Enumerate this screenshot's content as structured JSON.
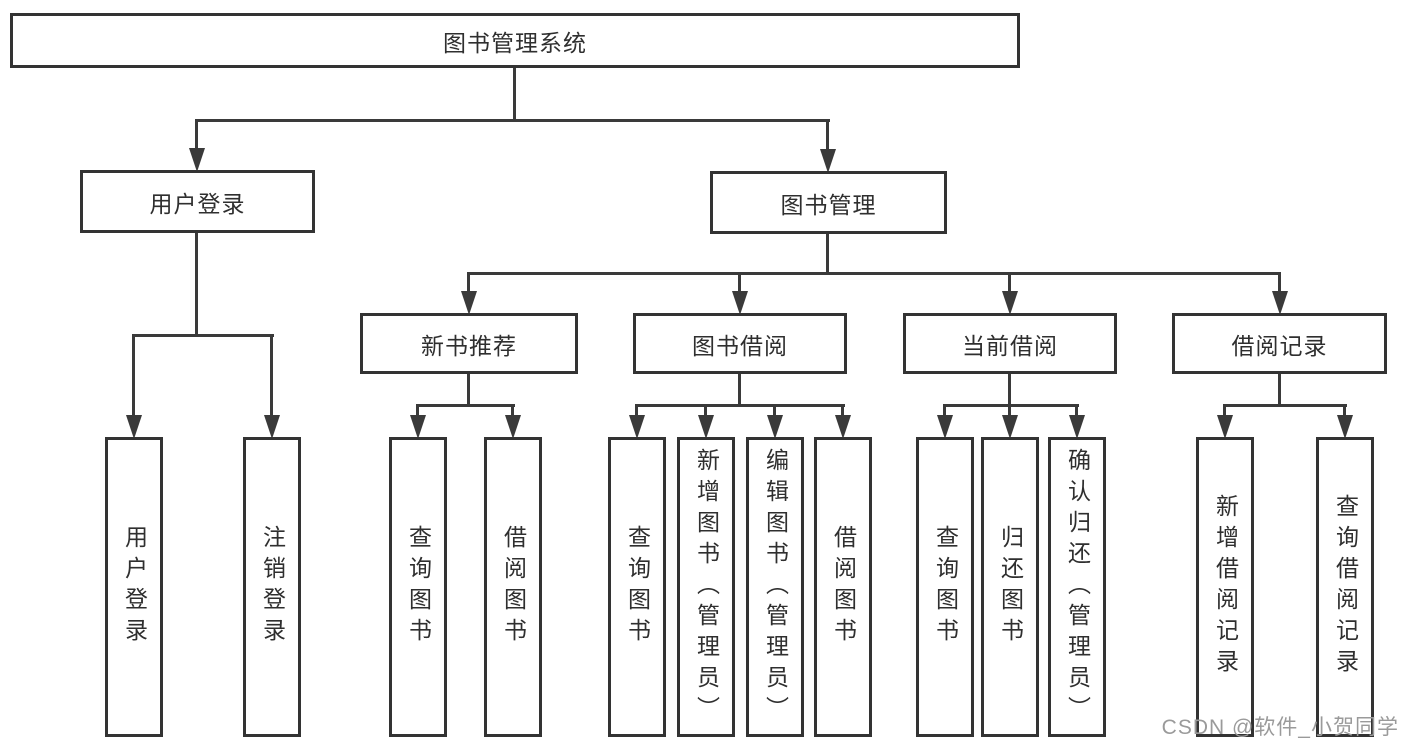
{
  "diagram": {
    "root": {
      "label": "图书管理系统"
    },
    "level2": [
      {
        "label": "用户登录"
      },
      {
        "label": "图书管理"
      }
    ],
    "level3": [
      {
        "label": "新书推荐"
      },
      {
        "label": "图书借阅"
      },
      {
        "label": "当前借阅"
      },
      {
        "label": "借阅记录"
      }
    ],
    "leaves": {
      "user": [
        {
          "label": "用户登录"
        },
        {
          "label": "注销登录"
        }
      ],
      "recommend": [
        {
          "label": "查询图书"
        },
        {
          "label": "借阅图书"
        }
      ],
      "borrow": [
        {
          "label": "查询图书"
        },
        {
          "label": "新增图书（管理员）"
        },
        {
          "label": "编辑图书（管理员）"
        },
        {
          "label": "借阅图书"
        }
      ],
      "current": [
        {
          "label": "查询图书"
        },
        {
          "label": "归还图书"
        },
        {
          "label": "确认归还（管理员）"
        }
      ],
      "records": [
        {
          "label": "新增借阅记录"
        },
        {
          "label": "查询借阅记录"
        }
      ]
    }
  },
  "watermark": "CSDN @软件_小贺同学",
  "colors": {
    "line": "#3a3a3a",
    "box_border": "#333333",
    "box_fill": "#ffffff",
    "text": "#2f2f2f",
    "watermark_text": "#9a9a9a",
    "background": "#ffffff"
  }
}
